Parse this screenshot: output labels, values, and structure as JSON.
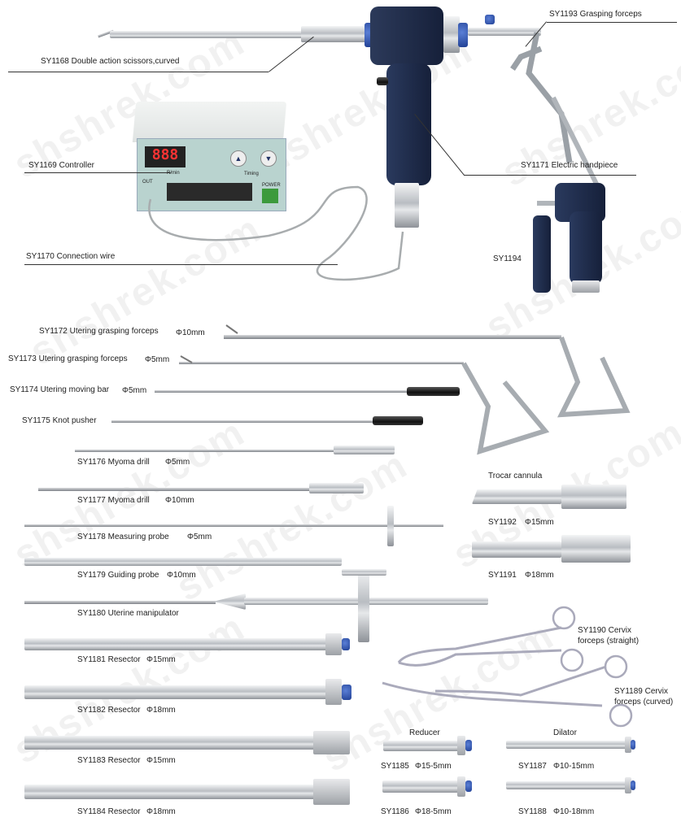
{
  "watermark": "shshrek.com",
  "top": {
    "sy1168": "SY1168  Double action scissors,curved",
    "sy1193": "SY1193  Grasping forceps",
    "sy1169": "SY1169  Controller",
    "sy1171": "SY1171  Electric handpiece",
    "sy1194": "SY1194",
    "sy1170": "SY1170 Connection wire",
    "controller": {
      "display": "888",
      "unit": "R/min",
      "timing": "Timing",
      "power": "POWER",
      "out": "OUT"
    }
  },
  "instruments": [
    {
      "code": "SY1172 Utering grasping forceps",
      "size": "Φ10mm"
    },
    {
      "code": "SY1173 Utering grasping forceps",
      "size": "Φ5mm"
    },
    {
      "code": "SY1174 Utering moving bar",
      "size": "Φ5mm"
    },
    {
      "code": "SY1175 Knot pusher",
      "size": ""
    },
    {
      "code": "SY1176 Myoma drill",
      "size": "Φ5mm"
    },
    {
      "code": "SY1177 Myoma drill",
      "size": "Φ10mm"
    },
    {
      "code": "SY1178 Measuring probe",
      "size": "Φ5mm"
    },
    {
      "code": "SY1179 Guiding probe",
      "size": "Φ10mm"
    },
    {
      "code": "SY1180 Uterine manipulator",
      "size": ""
    },
    {
      "code": "SY1181 Resector",
      "size": "Φ15mm"
    },
    {
      "code": "SY1182 Resector",
      "size": "Φ18mm"
    },
    {
      "code": "SY1183 Resector",
      "size": "Φ15mm"
    },
    {
      "code": "SY1184 Resector",
      "size": "Φ18mm"
    }
  ],
  "trocar": {
    "title": "Trocar cannula",
    "items": [
      {
        "code": "SY1192",
        "size": "Φ15mm"
      },
      {
        "code": "SY1191",
        "size": "Φ18mm"
      }
    ]
  },
  "cervix": {
    "straight_1": "SY1190 Cervix",
    "straight_2": "forceps (straight)",
    "curved_1": "SY1189 Cervix",
    "curved_2": "forceps (curved)"
  },
  "reducer": {
    "title": "Reducer",
    "items": [
      {
        "code": "SY1185",
        "size": "Φ15-5mm"
      },
      {
        "code": "SY1186",
        "size": "Φ18-5mm"
      }
    ]
  },
  "dilator": {
    "title": "Dilator",
    "items": [
      {
        "code": "SY1187",
        "size": "Φ10-15mm"
      },
      {
        "code": "SY1188",
        "size": "Φ10-18mm"
      }
    ]
  },
  "colors": {
    "handpiece": "#1e2a44",
    "accent_blue": "#2a6fd1",
    "controller_panel": "#b9d3cf"
  }
}
